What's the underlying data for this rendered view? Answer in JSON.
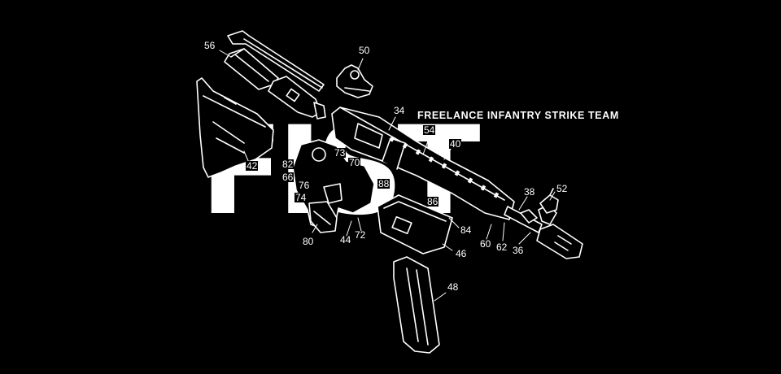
{
  "wordmark": "FIST",
  "tagline": "FREELANCE INFANTRY STRIKE TEAM",
  "colors": {
    "background": "#000000",
    "foreground": "#ffffff"
  },
  "parts": {
    "p56": "56",
    "p50": "50",
    "p34": "34",
    "p54": "54",
    "p40": "40",
    "p42": "42",
    "p82": "82",
    "p73": "73",
    "p70": "70",
    "p66": "66",
    "p76": "76",
    "p88": "88",
    "p74": "74",
    "p86": "86",
    "p38": "38",
    "p52": "52",
    "p80": "80",
    "p44": "44",
    "p72": "72",
    "p84": "84",
    "p60": "60",
    "p62": "62",
    "p36": "36",
    "p46": "46",
    "p48": "48"
  }
}
